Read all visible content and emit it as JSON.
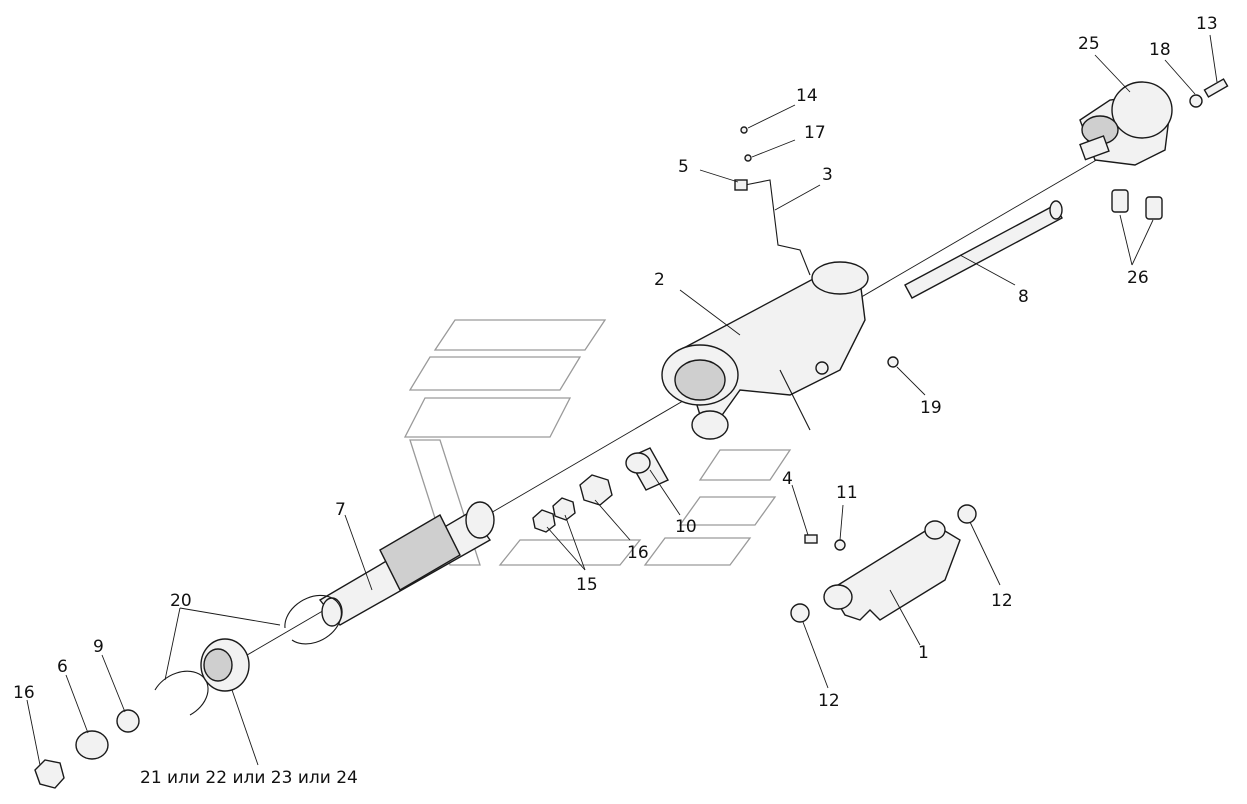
{
  "diagram": {
    "labels": [
      {
        "id": "13",
        "text": "13"
      },
      {
        "id": "25",
        "text": "25"
      },
      {
        "id": "18",
        "text": "18"
      },
      {
        "id": "14",
        "text": "14"
      },
      {
        "id": "17",
        "text": "17"
      },
      {
        "id": "5",
        "text": "5"
      },
      {
        "id": "3",
        "text": "3"
      },
      {
        "id": "2",
        "text": "2"
      },
      {
        "id": "8",
        "text": "8"
      },
      {
        "id": "26",
        "text": "26"
      },
      {
        "id": "19",
        "text": "19"
      },
      {
        "id": "4",
        "text": "4"
      },
      {
        "id": "11",
        "text": "11"
      },
      {
        "id": "7",
        "text": "7"
      },
      {
        "id": "10",
        "text": "10"
      },
      {
        "id": "16a",
        "text": "16"
      },
      {
        "id": "15",
        "text": "15"
      },
      {
        "id": "12a",
        "text": "12"
      },
      {
        "id": "12b",
        "text": "12"
      },
      {
        "id": "1",
        "text": "1"
      },
      {
        "id": "20",
        "text": "20"
      },
      {
        "id": "9",
        "text": "9"
      },
      {
        "id": "6",
        "text": "6"
      },
      {
        "id": "16b",
        "text": "16"
      },
      {
        "id": "21",
        "text": "21 или 22 или 23 или 24"
      }
    ]
  }
}
